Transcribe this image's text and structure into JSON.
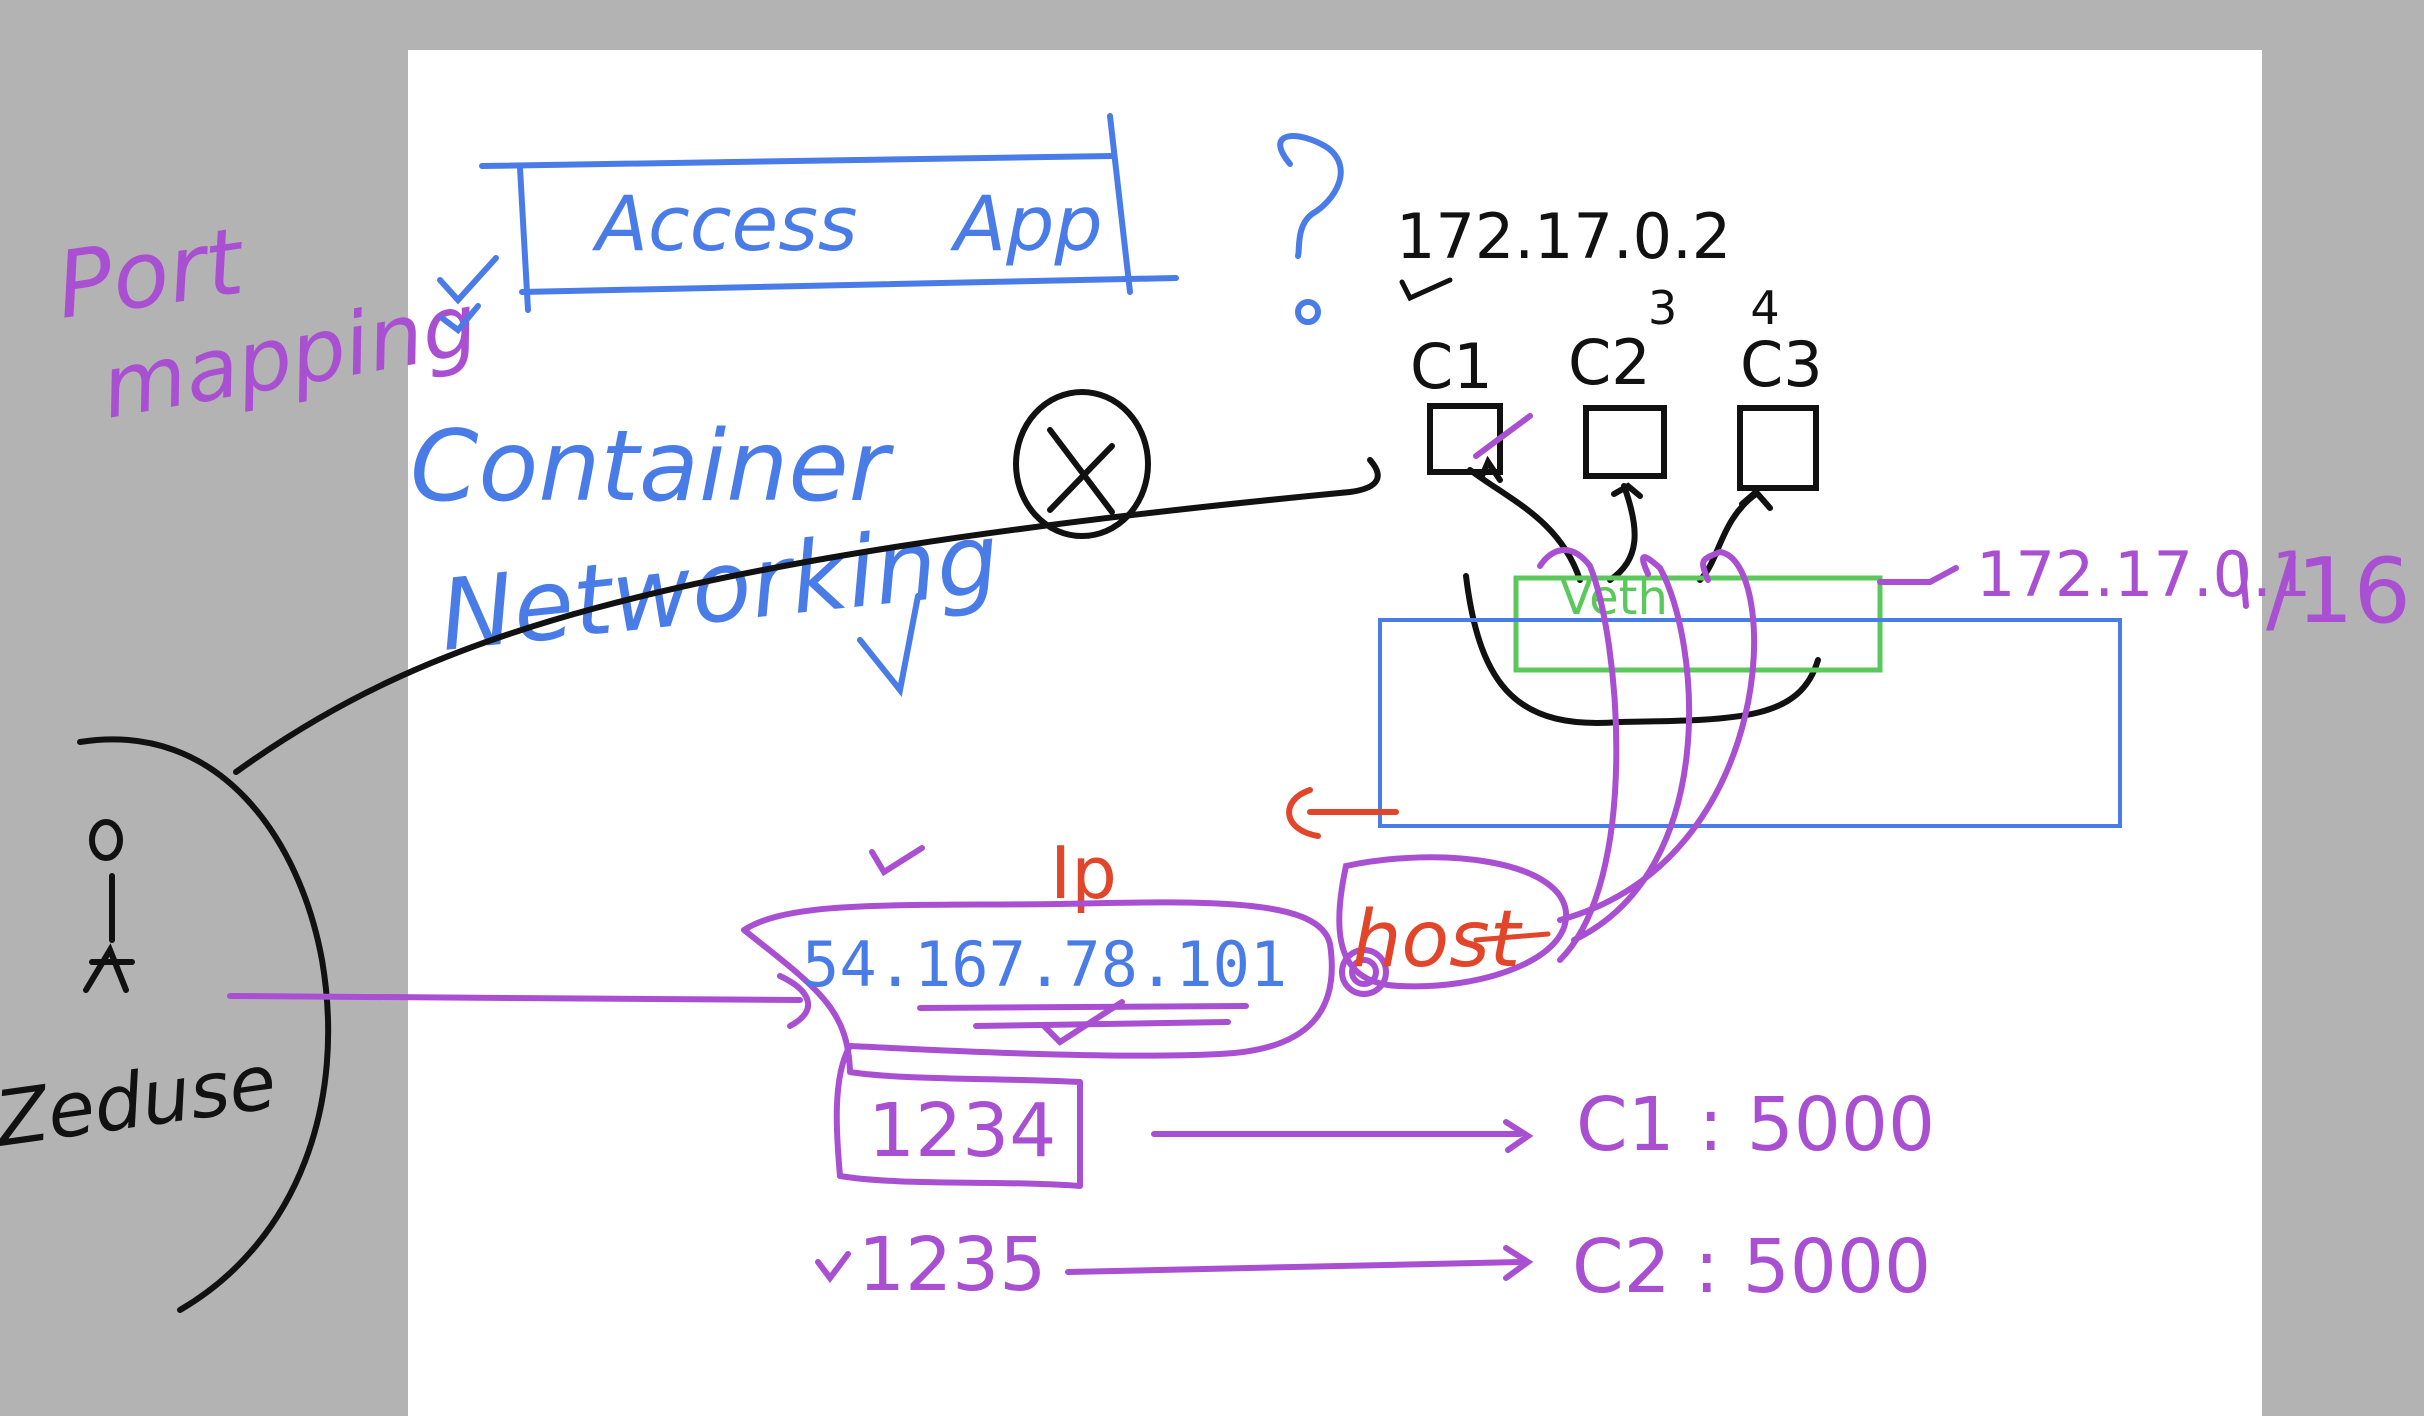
{
  "colors": {
    "background": "#b3b3b3",
    "canvas": "#ffffff",
    "purple": "#a94fd1",
    "blue": "#4a7ce8",
    "black": "#111111",
    "red": "#e1462a",
    "green": "#5ac85a",
    "box_blue": "#4a7ce8"
  },
  "labels": {
    "port_mapping_line1": "Port",
    "port_mapping_line2": "mapping",
    "access_app": "Access    App",
    "container_networking_line1": "Container",
    "container_networking_line2": "Networking",
    "container_ip": "172.17.0.2",
    "ip_marks": "3     4",
    "c1": "C1",
    "c2": "C2",
    "c3": "C3",
    "bridge_ip": "172.17.0.1",
    "subnet": "/16",
    "vethernet": "Veth",
    "ip_label": "Ip",
    "host_ip": "54.167.78.101",
    "host_label": "host",
    "port_1234": "1234",
    "port_1235": "1235",
    "map_c1": "C1 : 5000",
    "map_c2": "C2 : 5000",
    "user_label": "Zeduse",
    "x_mark": "X"
  },
  "icons": {
    "checkmark": "checkmark-icon",
    "question": "question-mark-icon",
    "stick_figure": "user-icon"
  }
}
